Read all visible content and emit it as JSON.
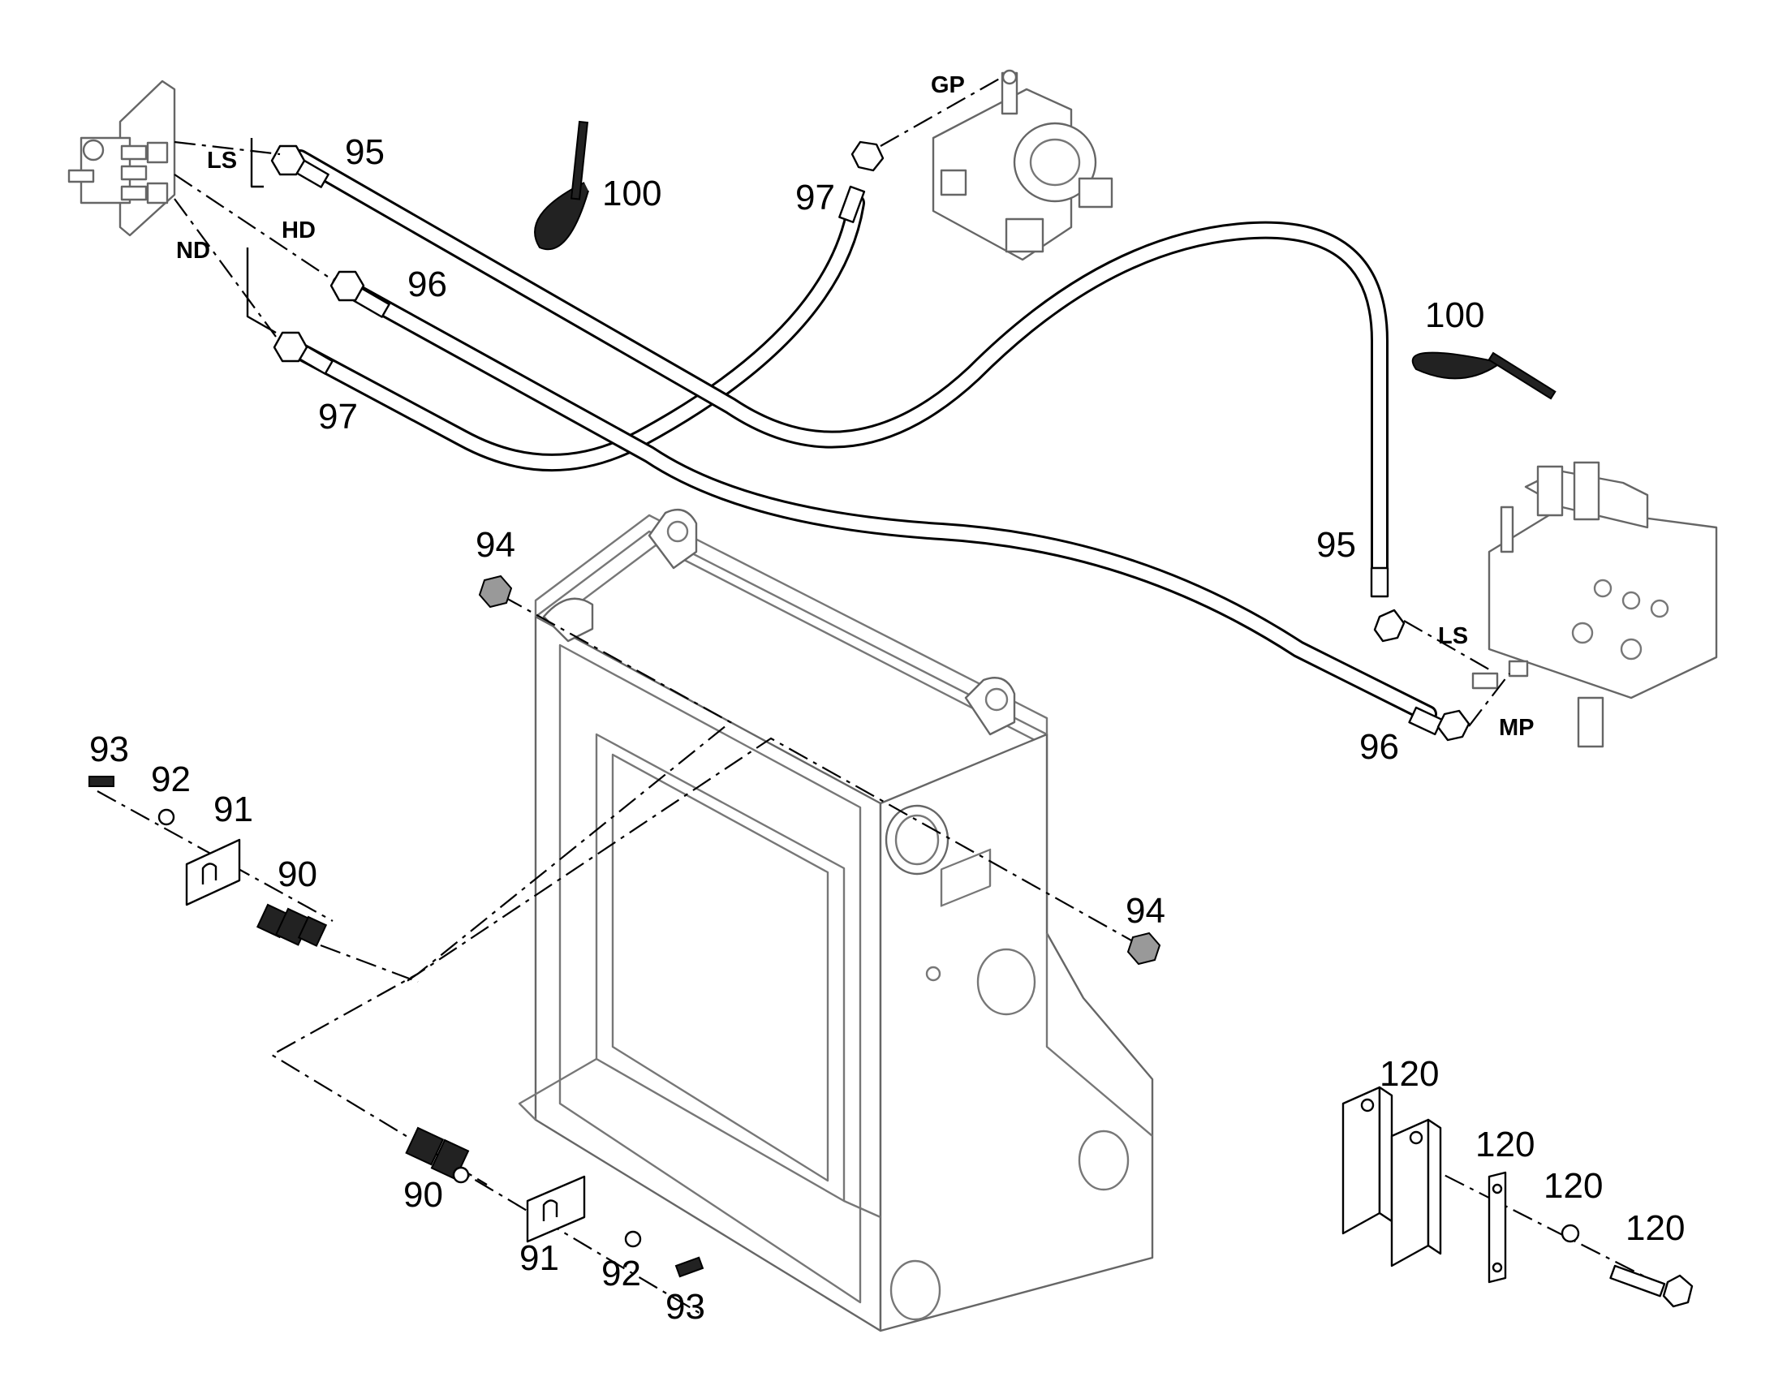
{
  "diagram": {
    "labels": {
      "hose_95_top": "95",
      "hose_96_top": "96",
      "hose_97_left": "97",
      "hose_97_top": "97",
      "hose_95_right": "95",
      "hose_96_right": "96",
      "cable_tie_100_top": "100",
      "cable_tie_100_right": "100",
      "nut_94_top": "94",
      "nut_94_right": "94",
      "screw_93_left": "93",
      "washer_92_left": "92",
      "plate_91_left": "91",
      "fitting_90_left": "90",
      "fitting_90_bottom": "90",
      "plate_91_bottom": "91",
      "washer_92_bottom": "92",
      "screw_93_bottom": "93",
      "clamp_120_a": "120",
      "clamp_120_b": "120",
      "clamp_120_c": "120",
      "clamp_120_d": "120"
    },
    "ports": {
      "ls_left": "LS",
      "hd": "HD",
      "nd": "ND",
      "gp": "GP",
      "ls_right": "LS",
      "mp": "MP"
    }
  }
}
